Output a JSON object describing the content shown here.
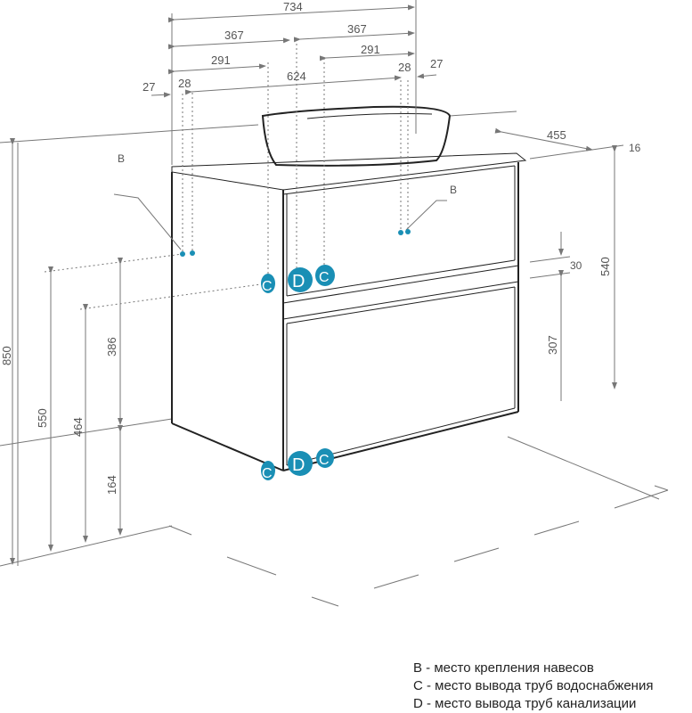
{
  "dimensions": {
    "total_width": "734",
    "half_left": "367",
    "half_right": "367",
    "offset_left": "291",
    "offset_right": "291",
    "inner_width": "624",
    "edge_left": "27",
    "edge_right": "27",
    "hinge_left": "28",
    "hinge_right": "28",
    "depth": "455",
    "top_thickness": "16",
    "total_height": "850",
    "front_height": "540",
    "drawer_gap": "30",
    "lower_drawer": "307",
    "height_550": "550",
    "height_464": "464",
    "height_386": "386",
    "height_164": "164"
  },
  "markers": {
    "b": "B",
    "c": "C",
    "d": "D"
  },
  "legend": [
    "B - место крепления навесов",
    "C - место вывода труб водоснабжения",
    "D - место вывода труб канализации"
  ],
  "colors": {
    "marker": "#1a8fb5",
    "line": "#222222",
    "dimension": "#777777"
  }
}
